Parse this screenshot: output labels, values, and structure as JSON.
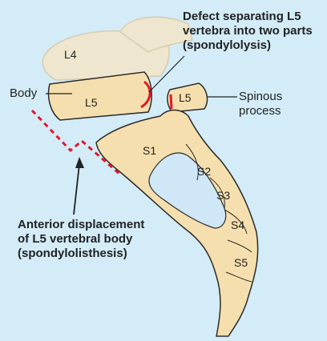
{
  "labels": {
    "defect_line1": "Defect separating L5",
    "defect_line2": "vertebra into two parts",
    "defect_line3": "(spondylolysis)",
    "body": "Body",
    "spinous_line1": "Spinous",
    "spinous_line2": "process",
    "anterior_line1": "Anterior displacement",
    "anterior_line2": "of L5 vertebral body",
    "anterior_line3": "(spondylolisthesis)"
  },
  "segments": {
    "l4": "L4",
    "l5_body": "L5",
    "l5_posterior": "L5",
    "s1": "S1",
    "s2": "S2",
    "s3": "S3",
    "s4": "S4",
    "s5": "S5"
  },
  "colors": {
    "background": "#d3ecf8",
    "bone": "#f6dfae",
    "bone_outline": "#2b2b2b",
    "defect": "#e0192b",
    "cavity": "#cfe7f6"
  }
}
